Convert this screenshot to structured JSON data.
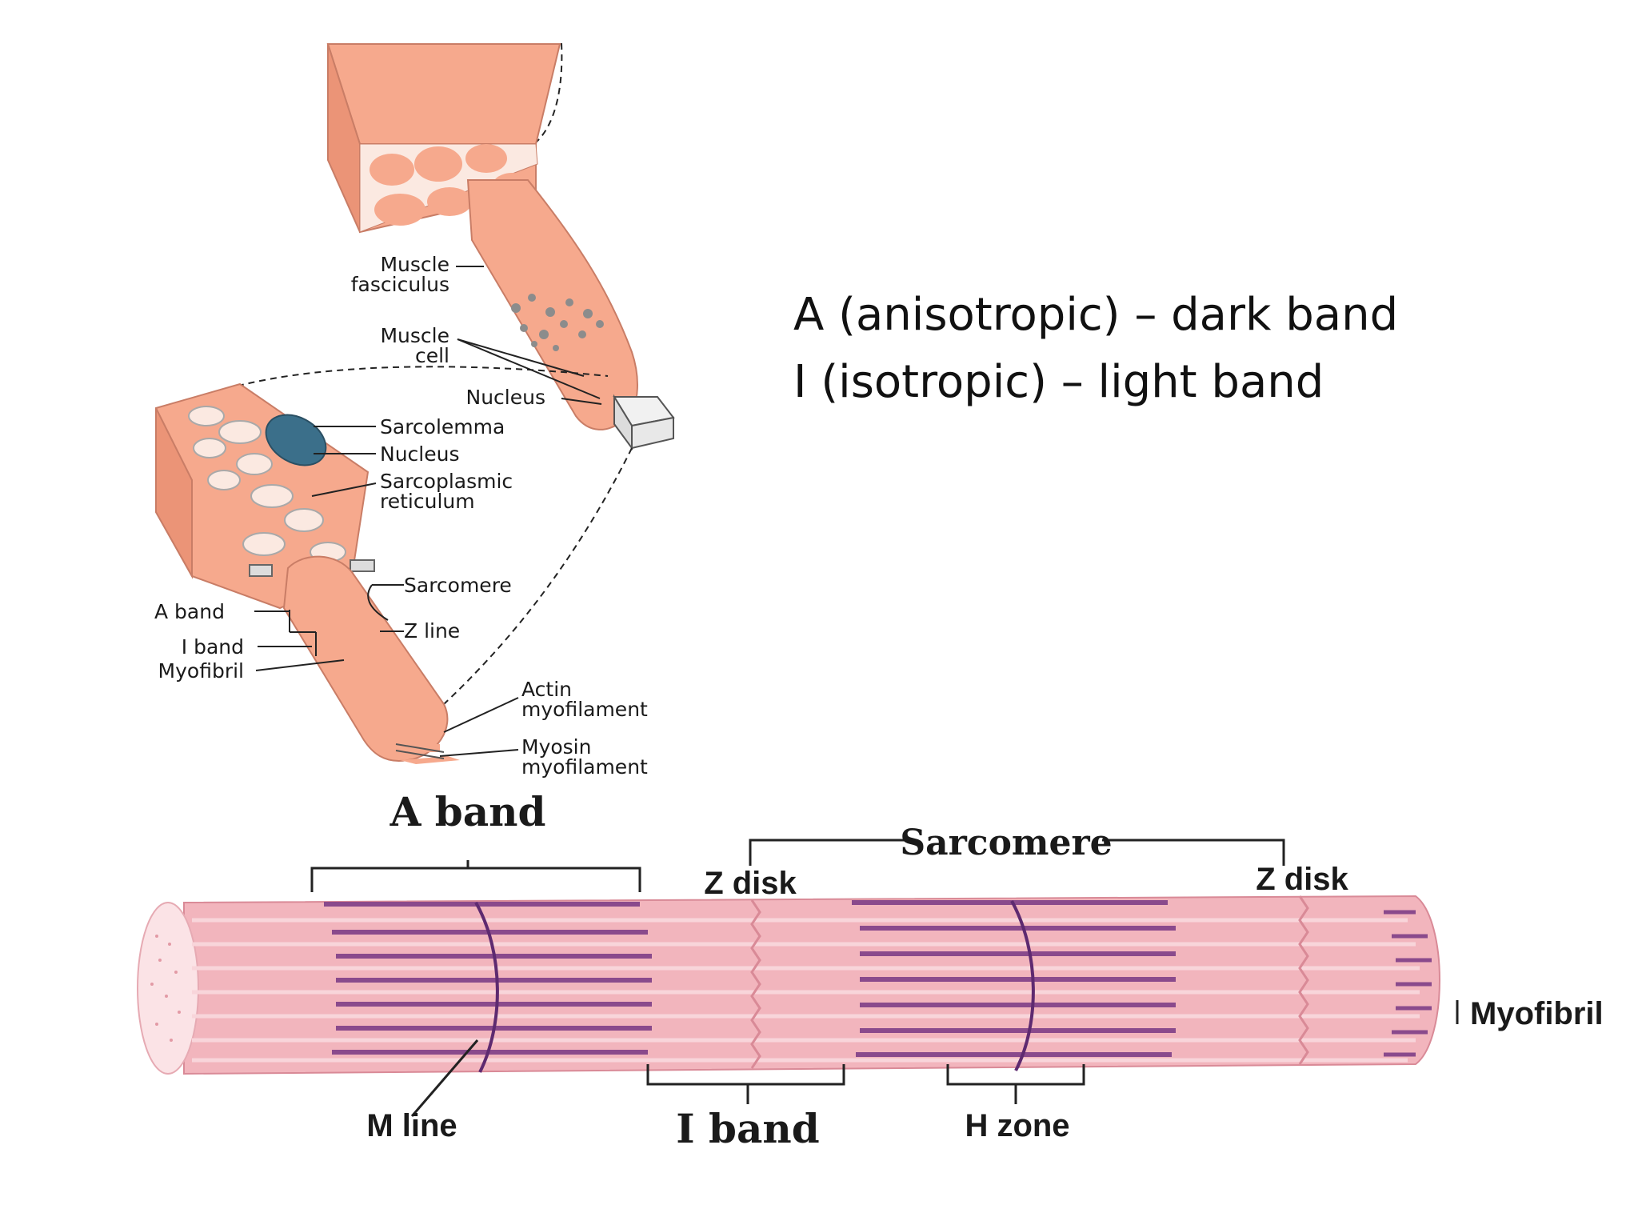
{
  "text_note": {
    "line_a": "A (anisotropic) – dark band",
    "line_i": "I (isotropic) – light band"
  },
  "top_labels": {
    "muscle_fasciculus": [
      "Muscle",
      "fasciculus"
    ],
    "muscle_cell": [
      "Muscle",
      "cell"
    ],
    "nucleus_1": "Nucleus",
    "sarcolemma": "Sarcolemma",
    "nucleus_2": "Nucleus",
    "sarcoplasmic_reticulum": [
      "Sarcoplasmic",
      "reticulum"
    ],
    "sarcomere": "Sarcomere",
    "a_band": "A band",
    "z_line": "Z line",
    "i_band": "I band",
    "myofibril": "Myofibril",
    "actin_myofilament": [
      "Actin",
      "myofilament"
    ],
    "myosin_myofilament": [
      "Myosin",
      "myofilament"
    ]
  },
  "bottom_labels": {
    "a_band": "A band",
    "sarcomere": "Sarcomere",
    "z_disk_left": "Z disk",
    "z_disk_right": "Z disk",
    "myofibril": "Myofibril",
    "m_line": "M line",
    "i_band": "I band",
    "h_zone": "H zone"
  },
  "colors": {
    "muscle_salmon": "#f6a98d",
    "fiber_pink": "#f2b5bd",
    "dark_band": "#8a4a8c",
    "nucleus_blue": "#3b6f8a"
  }
}
